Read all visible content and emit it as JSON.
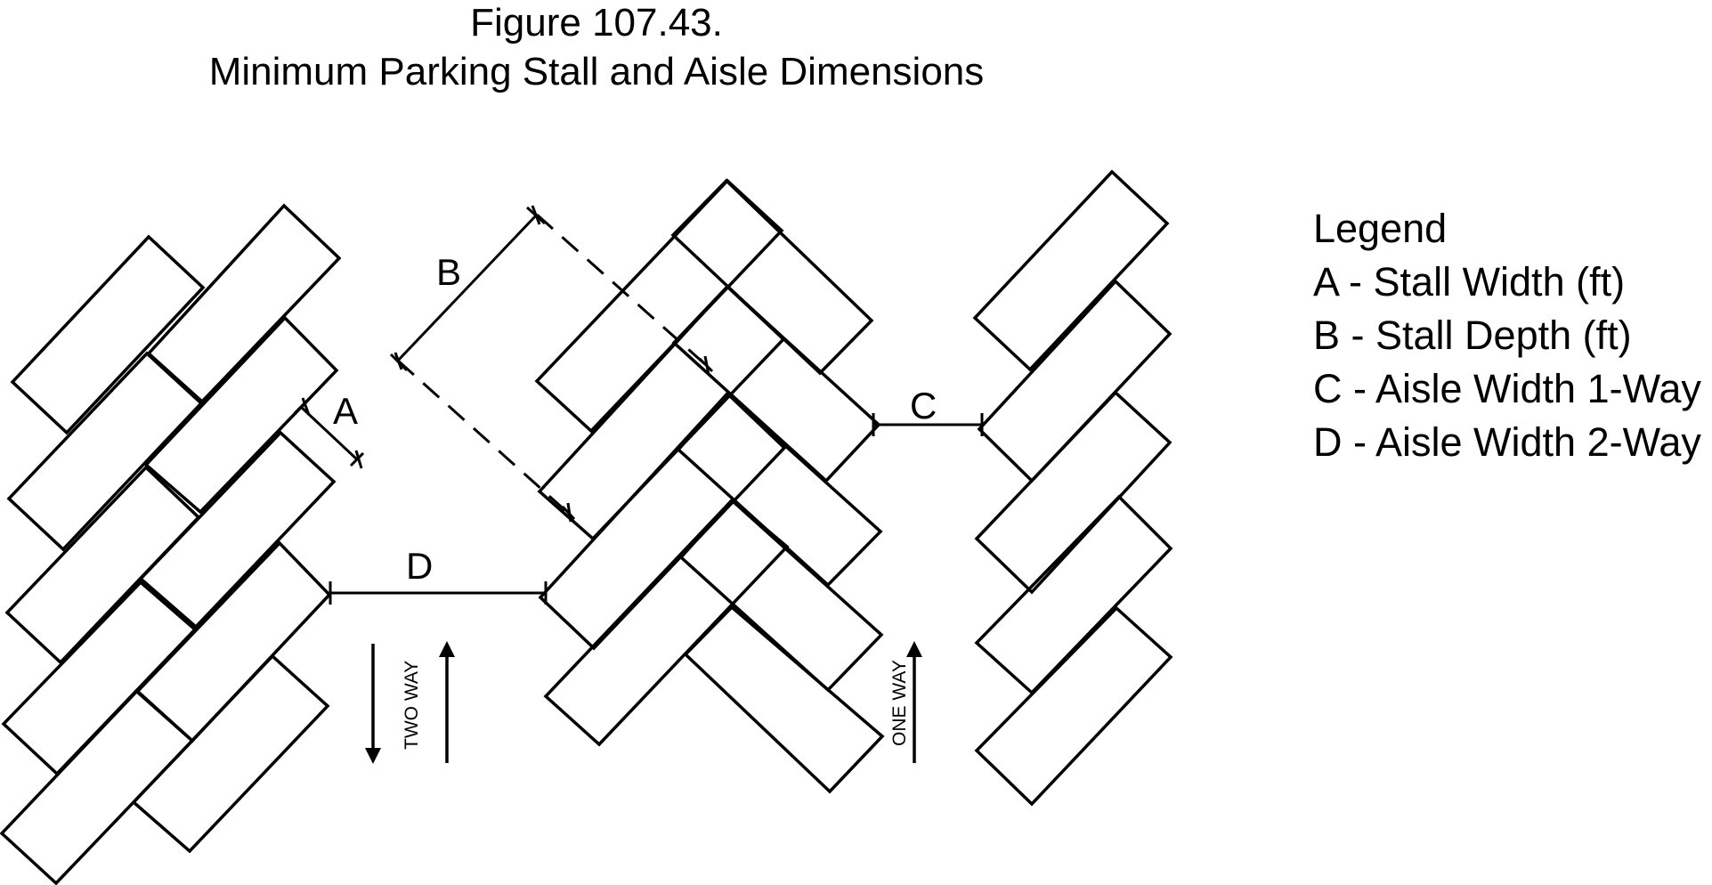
{
  "title": {
    "line1": "Figure 107.43.",
    "line2": "Minimum Parking Stall and Aisle Dimensions"
  },
  "legend": {
    "heading": "Legend",
    "items": [
      "A - Stall Width (ft)",
      "B - Stall Depth (ft)",
      "C - Aisle Width 1-Way",
      "D - Aisle Width 2-Way"
    ]
  },
  "dimension_labels": {
    "a": "A",
    "b": "B",
    "c": "C",
    "d": "D"
  },
  "traffic": {
    "two_way": "TWO WAY",
    "one_way": "ONE WAY"
  },
  "colors": {
    "stroke": "#000000",
    "background": "#ffffff"
  }
}
